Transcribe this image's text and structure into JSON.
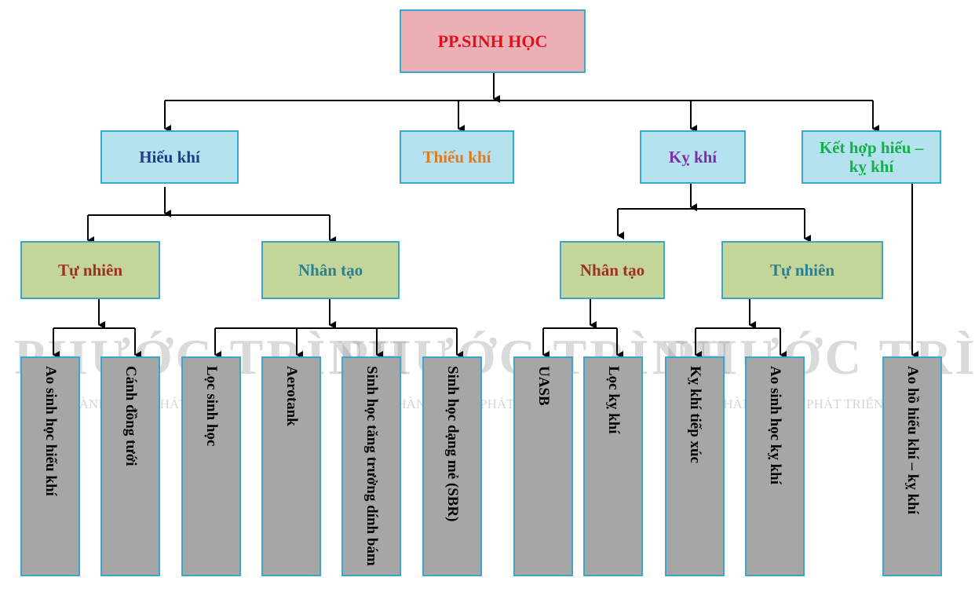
{
  "root": {
    "label": "PP.SINH HỌC",
    "color": "#e1101c"
  },
  "categories": [
    {
      "key": "hieu-khi",
      "label": "Hiếu khí",
      "color": "#1d3e86"
    },
    {
      "key": "thieu-khi",
      "label": "Thiếu khí",
      "color": "#e27b1f"
    },
    {
      "key": "ky-khi",
      "label": "Kỵ khí",
      "color": "#7b2fb0"
    },
    {
      "key": "ket-hop",
      "label": "Kết hợp hiếu – kỵ khí",
      "color": "#14b04a"
    }
  ],
  "subcategories": [
    {
      "key": "hieu-tu-nhien",
      "label": "Tự nhiên",
      "color": "#a0301f"
    },
    {
      "key": "hieu-nhan-tao",
      "label": "Nhân tạo",
      "color": "#2c7f8f"
    },
    {
      "key": "ky-nhan-tao",
      "label": "Nhân tạo",
      "color": "#a0301f"
    },
    {
      "key": "ky-tu-nhien",
      "label": "Tự nhiên",
      "color": "#2c7f8f"
    }
  ],
  "leaves": [
    "Ao sinh học hiếu khí",
    "Cánh đồng tưới",
    "Lọc sinh học",
    "Aerotank",
    "Sinh học tăng trưởng dính bám",
    "Sinh học dạng mẻ (SBR)",
    "UASB",
    "Lọc kỵ khí",
    "Kỵ khí tiếp xúc",
    "Ao sinh học kỵ khí",
    "Ao hồ hiếu khí – kỵ khí"
  ],
  "watermark": {
    "brand": "PHƯỚC TRÌNH",
    "slogan": "ĐỒNG HÀNH CÙNG PHÁT TRIỂN"
  }
}
